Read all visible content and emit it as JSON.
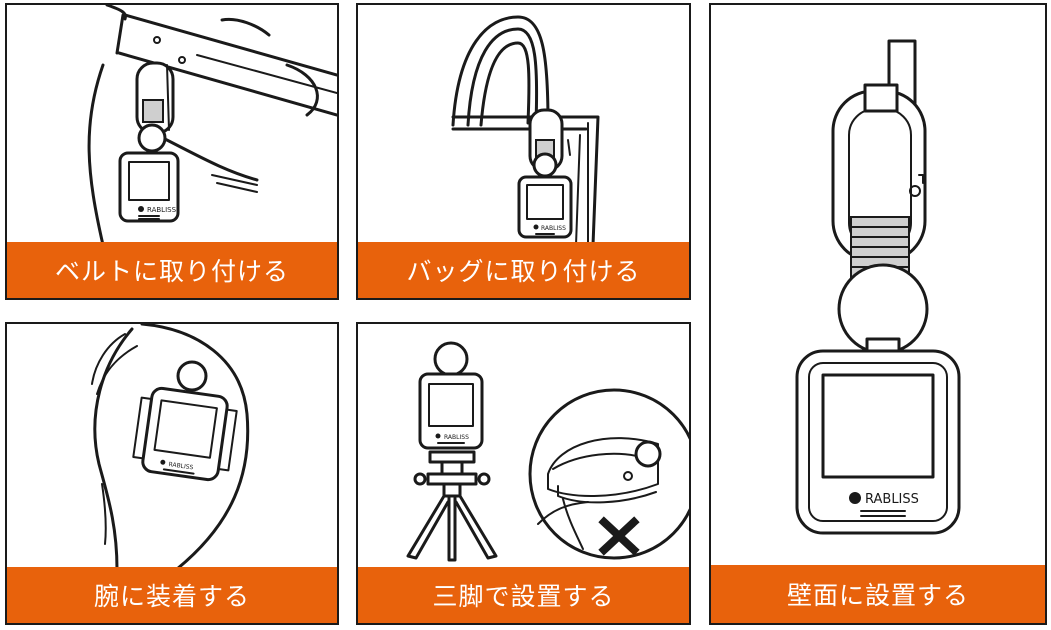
{
  "colors": {
    "caption_bg": "#e8620c",
    "caption_text": "#ffffff",
    "line": "#1a1a1a"
  },
  "brand_text": "RABLISS",
  "panels": [
    {
      "caption": "ベルトに取り付ける",
      "icon": "belt-clip-illustration"
    },
    {
      "caption": "バッグに取り付ける",
      "icon": "bag-clip-illustration"
    },
    {
      "caption": "腕に装着する",
      "icon": "arm-wear-illustration"
    },
    {
      "caption": "三脚で設置する",
      "icon": "tripod-mount-illustration"
    },
    {
      "caption": "壁面に設置する",
      "icon": "wall-mount-illustration"
    }
  ]
}
